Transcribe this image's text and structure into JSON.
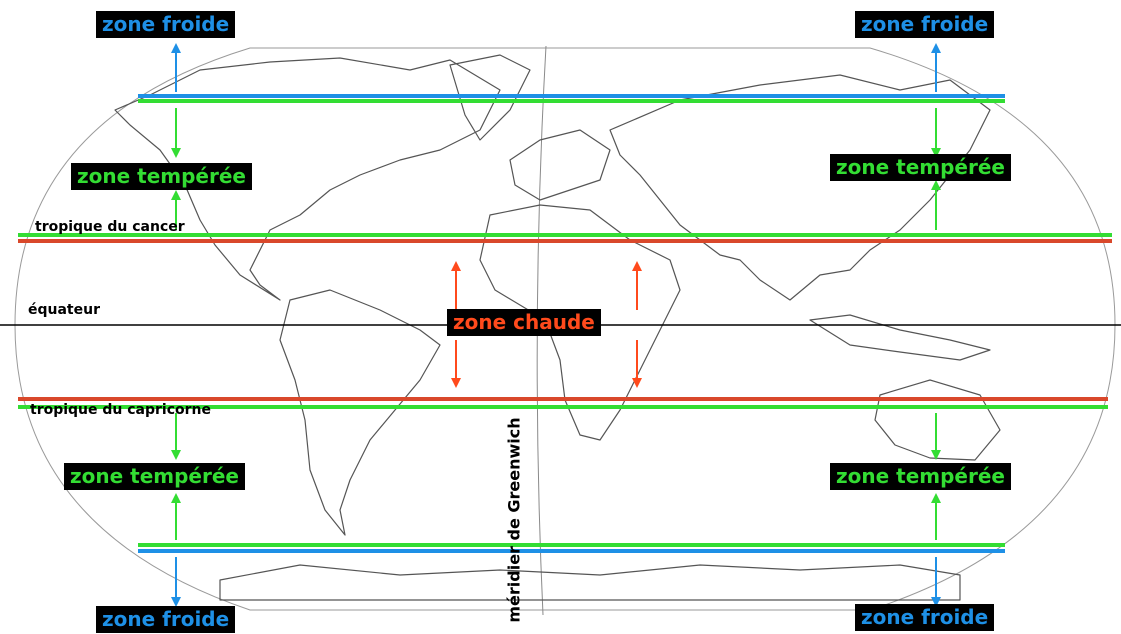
{
  "map": {
    "labels": {
      "cold_zone": "zone froide",
      "temperate_zone": "zone tempérée",
      "hot_zone": "zone chaude",
      "tropic_of_cancer": "tropique du cancer",
      "equator": "équateur",
      "tropic_of_capricorn": "tropique du capricorne",
      "greenwich_meridian": "méridier de Greenwich"
    },
    "colors": {
      "cold": "#1e90e6",
      "temperate": "#33dd33",
      "hot": "#ff4a1c",
      "tropic_line": "#d9482b",
      "background": "#ffffff",
      "label_background": "#000000",
      "coastline": "#555555",
      "graticule": "#999999"
    }
  }
}
